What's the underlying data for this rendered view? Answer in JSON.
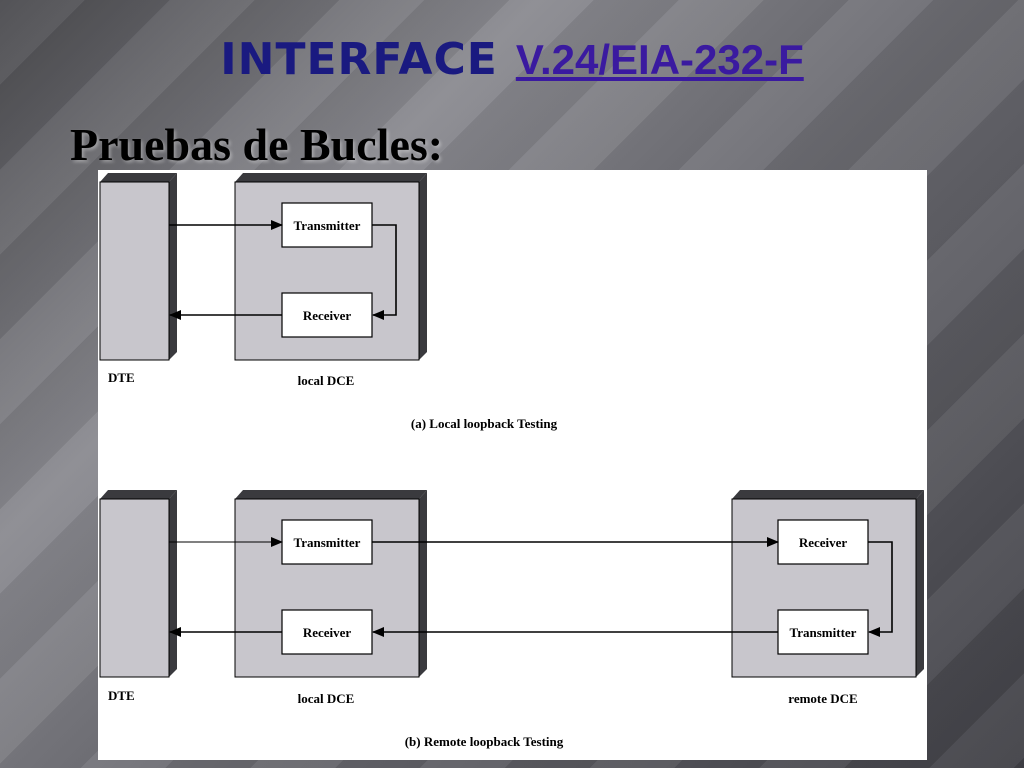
{
  "slide": {
    "title_main": "INTERFACE",
    "title_sub": "V.24/EIA-232-F",
    "subtitle": "Pruebas de Bucles:"
  },
  "diagram": {
    "local": {
      "dte_label": "DTE",
      "local_dce_label": "local DCE",
      "transmitter_label": "Transmitter",
      "receiver_label": "Receiver",
      "caption": "(a) Local loopback Testing"
    },
    "remote": {
      "dte_label": "DTE",
      "local_dce_label": "local DCE",
      "remote_dce_label": "remote DCE",
      "local_transmitter_label": "Transmitter",
      "local_receiver_label": "Receiver",
      "remote_receiver_label": "Receiver",
      "remote_transmitter_label": "Transmitter",
      "caption": "(b) Remote loopback Testing"
    },
    "colors": {
      "box_fill": "#c8c6cc",
      "box_shadow": "#3a3a3e",
      "white": "#ffffff",
      "line": "#000000"
    }
  }
}
